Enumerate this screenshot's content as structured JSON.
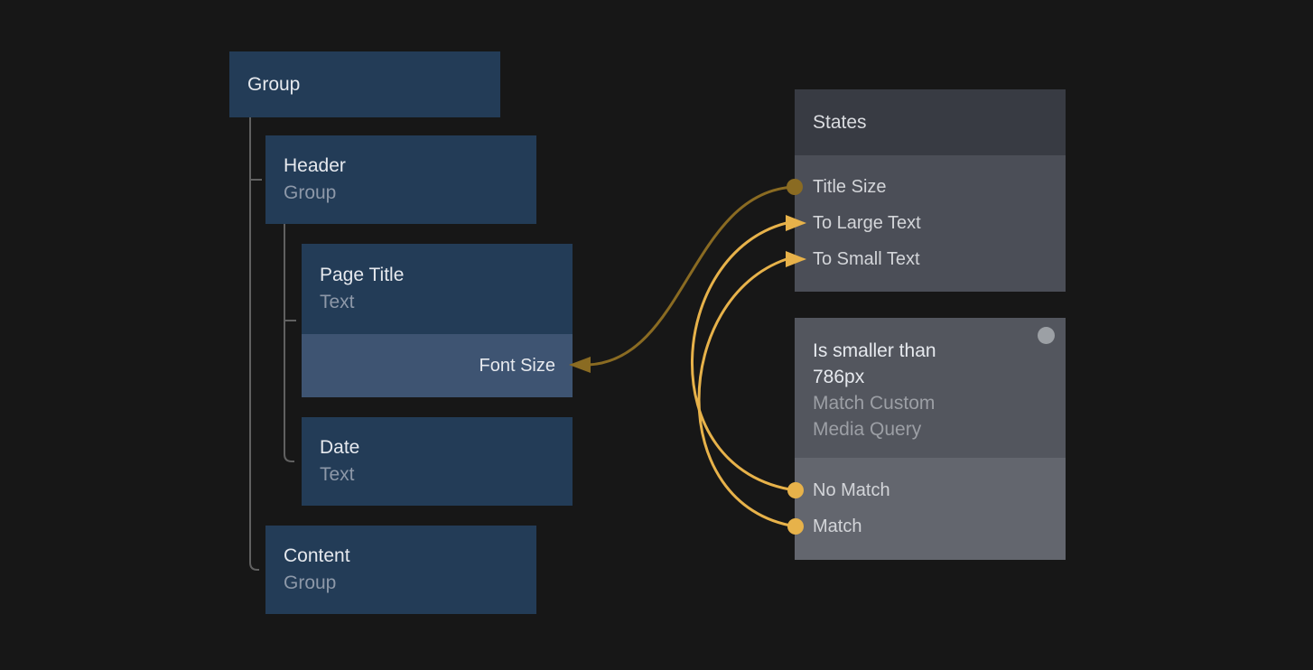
{
  "layer_tree": {
    "nodes": [
      {
        "title": "Group",
        "subtitle": ""
      },
      {
        "title": "Header",
        "subtitle": "Group"
      },
      {
        "title": "Page Title",
        "subtitle": "Text",
        "override_label": "Font Size"
      },
      {
        "title": "Date",
        "subtitle": "Text"
      },
      {
        "title": "Content",
        "subtitle": "Group"
      }
    ]
  },
  "states_panel": {
    "title": "States",
    "items": [
      {
        "label": "Title Size"
      },
      {
        "label": "To Large Text"
      },
      {
        "label": "To Small Text"
      }
    ]
  },
  "media_query_panel": {
    "title": "Is smaller than 786px",
    "subtitle": "Match Custom Media Query",
    "items": [
      {
        "label": "No Match"
      },
      {
        "label": "Match"
      }
    ]
  },
  "connections": [
    {
      "from": "Title Size",
      "to": "Font Size",
      "style": "dark-gold"
    },
    {
      "from": "No Match",
      "to": "To Large Text",
      "style": "bright-gold"
    },
    {
      "from": "Match",
      "to": "To Small Text",
      "style": "bright-gold"
    }
  ],
  "colors": {
    "bg": "#171717",
    "node_blue": "#233c57",
    "node_blue_highlight": "#3e5472",
    "title_text": "#e6e9ee",
    "subtitle_text": "#8d98a8",
    "tree_line": "#606060",
    "panel_header": "#383b43",
    "panel_body": "#4b4e57",
    "mq_header": "#53565e",
    "mq_body": "#63666e",
    "item_text": "#d3d5d9",
    "mq_subtitle": "#9c9fa5",
    "gold": "#e7b24a",
    "gold_dark": "#8a6b22",
    "dot_gray": "#9ca0a5"
  }
}
